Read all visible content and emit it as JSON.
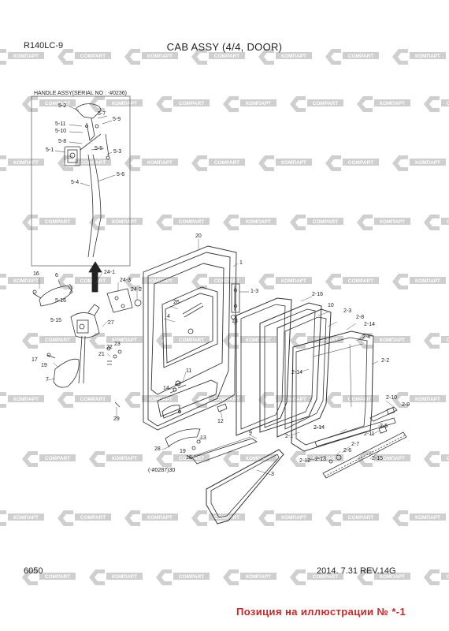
{
  "header": {
    "model": "R140LC-9",
    "title": "CAB ASSY (4/4, DOOR)"
  },
  "inset": {
    "title": "HANDLE ASSY(SERIAL NO : -#0236)"
  },
  "footer": {
    "page": "6050",
    "date_rev": "2014. 7.31   REV.14G",
    "note": "Позиция на иллюстрации № *-1"
  },
  "watermark": {
    "text_cyr": "КОМПАРТ",
    "text_lat": "COMPART",
    "color": "#cfcfcf"
  },
  "labels": {
    "l_5_2": "5-2",
    "l_5_7": "5-7",
    "l_5_11": "5-11",
    "l_5_9": "5-9",
    "l_5_10": "5-10",
    "l_5_8": "5-8",
    "l_5_1": "5-1",
    "l_5_5": "5-5",
    "l_5_3": "5-3",
    "l_5_6": "5-6",
    "l_5_4": "5-4",
    "l_20": "20",
    "l_1": "1",
    "l_1_3": "1-3",
    "l_16": "16",
    "l_6": "6",
    "l_24_1": "24-1",
    "l_24_3": "24-3",
    "l_24_2": "24-2",
    "l_5_16": "5-16",
    "l_26": "26",
    "l_4": "4",
    "l_13a": "13",
    "l_5_15": "5-15",
    "l_27": "27",
    "l_22": "22",
    "l_23": "23",
    "l_21": "21",
    "l_17": "17",
    "l_19a": "19",
    "l_7": "7",
    "l_11": "11",
    "l_14": "14",
    "l_12": "12",
    "l_29": "29",
    "l_13b": "13",
    "l_28": "28",
    "l_19b": "19",
    "l_18": "18",
    "l_30": "(-#0287)30",
    "l_9": "9",
    "l_3": "3",
    "l_2_16": "2-16",
    "l_10": "10",
    "l_2_3": "2-3",
    "l_2_8": "2-8",
    "l_2_14a": "2-14",
    "l_2_4": "2-4",
    "l_2_2": "2-2",
    "l_2_14b": "2-14",
    "l_2_10": "2-10",
    "l_2_9": "2-9",
    "l_2_5": "2-5",
    "l_2_11": "2-11",
    "l_2_14c": "2-14",
    "l_2_1": "2-1",
    "l_2_7": "2-7",
    "l_2_6": "2-6",
    "l_2_13": "2-13",
    "l_2_12": "2-12",
    "l_2_15": "2-15"
  }
}
